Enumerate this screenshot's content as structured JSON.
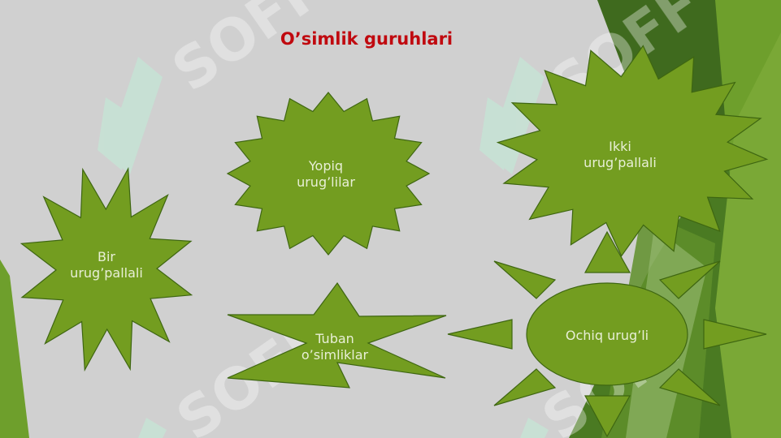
{
  "slide": {
    "title": "O’simlik guruhlari",
    "watermark_text": "SOFF",
    "colors": {
      "background": "#d0d0d0",
      "shape_fill": "#739d20",
      "shape_stroke": "#3e6611",
      "title": "#c0090f",
      "label_text": "#e8efd6"
    }
  },
  "shapes": {
    "yopiq": {
      "line1": "Yopiq",
      "line2": "urug’lilar"
    },
    "ikki": {
      "line1": "Ikki",
      "line2": "urug’pallali"
    },
    "bir": {
      "line1": "Bir",
      "line2": "urug’pallali"
    },
    "tuban": {
      "line1": "Tuban",
      "line2": "o’simliklar"
    },
    "ochiq": {
      "line1": "Ochiq urug’li"
    }
  }
}
